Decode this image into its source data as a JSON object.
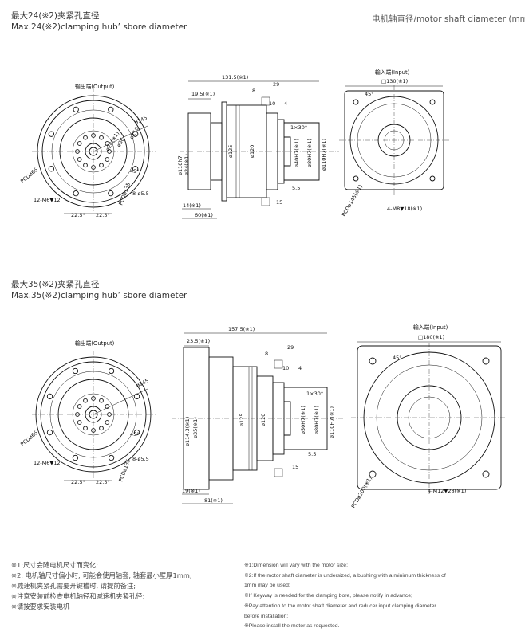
{
  "section1": {
    "title_cn": "最大24(※2)夹紧孔直径",
    "title_en": "Max.24(※2)clamping hub’ sbore diameter",
    "unit_note": "电机轴直径/motor shaft diameter (mm)",
    "output_label": "输出端(Output)",
    "input_label": "输入端(Input)",
    "front": {
      "d145": "ø145",
      "d110": "ø110",
      "d24": "ø24(※1)",
      "d36": "ø36",
      "pcd": "PCDø65",
      "bolts": "12-M6▼12",
      "holes": "8-ø5.5",
      "pcd2": "PCDø135",
      "ang1": "22.5°",
      "ang2": "22.5°",
      "ang3": "45°"
    },
    "side": {
      "total": "131.5(※1)",
      "d1": "19.5(※1)",
      "d2": "29",
      "d3": "8",
      "d4": "10",
      "d5": "4",
      "chamfer": "1×30°",
      "d6": "5.5",
      "d7": "14(※1)",
      "d8": "60(※1)",
      "d9": "15",
      "shaft1": "ø110h7",
      "shaft2": "ø24(※1)",
      "shaft3": "ø125",
      "shaft4": "ø120",
      "motor1": "ø40H7(※1)",
      "motor2": "ø80H7(※1)",
      "motor3": "ø110H7(※1)"
    },
    "input": {
      "square": "□130(※1)",
      "angle": "45°",
      "pcd": "PCDø145(※1)",
      "bolts": "4-M8▼18(※1)"
    }
  },
  "section2": {
    "title_cn": "最大35(※2)夹紧孔直径",
    "title_en": "Max.35(※2)clamping hub’ sbore diameter",
    "output_label": "输出端(Output)",
    "input_label": "输入端(Input)",
    "front": {
      "d145": "ø145",
      "pcd": "PCDø65",
      "bolts": "12-M6▼12",
      "holes": "8-ø5.5",
      "pcd2": "PCDø135",
      "ang1": "22.5°",
      "ang2": "22.5°",
      "ang3": "45°"
    },
    "side": {
      "total": "157.5(※1)",
      "d1": "23.5(※1)",
      "d2": "29",
      "d3": "8",
      "d4": "10",
      "d5": "4",
      "chamfer": "1×30°",
      "d6": "5.5",
      "d7": "19(※1)",
      "d8": "81(※1)",
      "d9": "15",
      "shaft1": "ø114.3(※1)",
      "shaft2": "ø35(※1)",
      "shaft3": "ø125",
      "shaft4": "ø120",
      "motor1": "ø50H7(※1)",
      "motor2": "ø80H7(※1)",
      "motor3": "ø110H7(※1)"
    },
    "input": {
      "square": "□180(※1)",
      "angle": "45°",
      "pcd": "PCDø200(※1)",
      "bolts": "4-M12▼28(※1)"
    }
  },
  "notes_cn": [
    "※1:尺寸会随电机尺寸而变化;",
    "※2: 电机轴尺寸偏小时, 可能会使用轴套, 轴套最小壁厚1mm;",
    "※减速机夹紧孔需要开键槽时, 请提前备注;",
    "※注意安装前检查电机轴径和减速机夹紧孔径;",
    "※请按要求安装电机"
  ],
  "notes_en": [
    "※1:Dimension will vary with the motor size;",
    "※2:If the motor shaft diameter is undersized, a bushing with a minimum thickness of",
    "1mm may be used;",
    "※If Keyway is needed for the clamping bore, please notify in advance;",
    "※Pay attention to the motor shaft diameter and reducer input clamping diameter",
    "before installation;",
    "※Please install the motor as requested."
  ]
}
